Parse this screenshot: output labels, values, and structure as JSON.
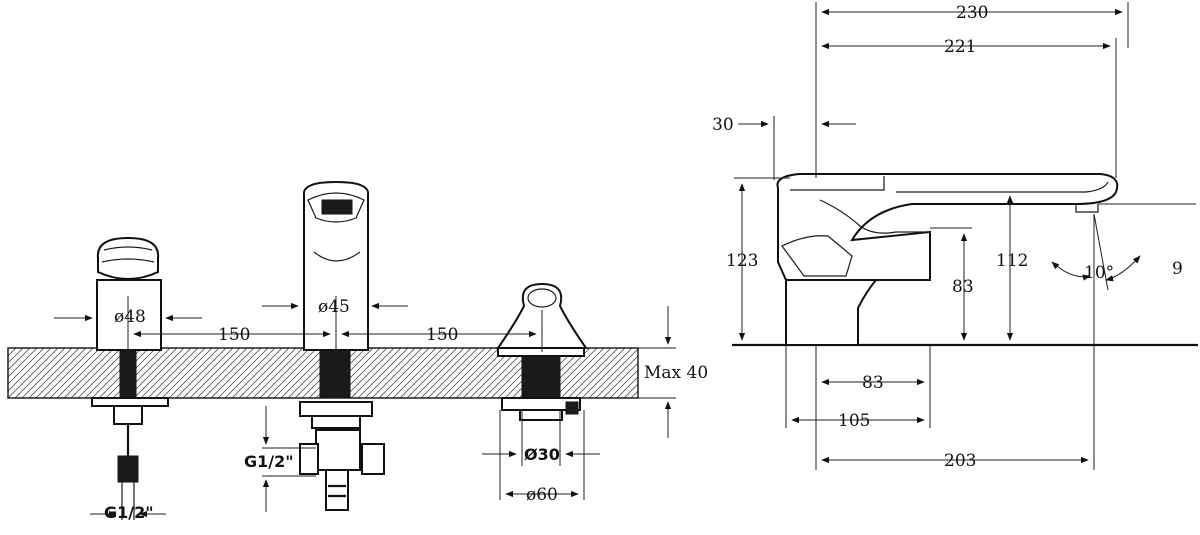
{
  "front_view": {
    "handle_diameter": "ø48",
    "spout_diameter": "ø45",
    "spacing_left": "150",
    "spacing_right": "150",
    "deck_max": "Max 40",
    "thread_left": "G1/2\"",
    "thread_center": "G1/2\"",
    "hole_diameter": "Ø30",
    "base_diameter": "ø60"
  },
  "side_view": {
    "overall_length": "230",
    "spout_length": "221",
    "offset": "30",
    "height_total": "123",
    "height_spout": "112",
    "height_body": "83",
    "base_83": "83",
    "base_105": "105",
    "reach": "203",
    "angle": "10°",
    "outlet": "9"
  },
  "colors": {
    "line": "#111111",
    "hatch": "#555555",
    "background": "#ffffff"
  }
}
